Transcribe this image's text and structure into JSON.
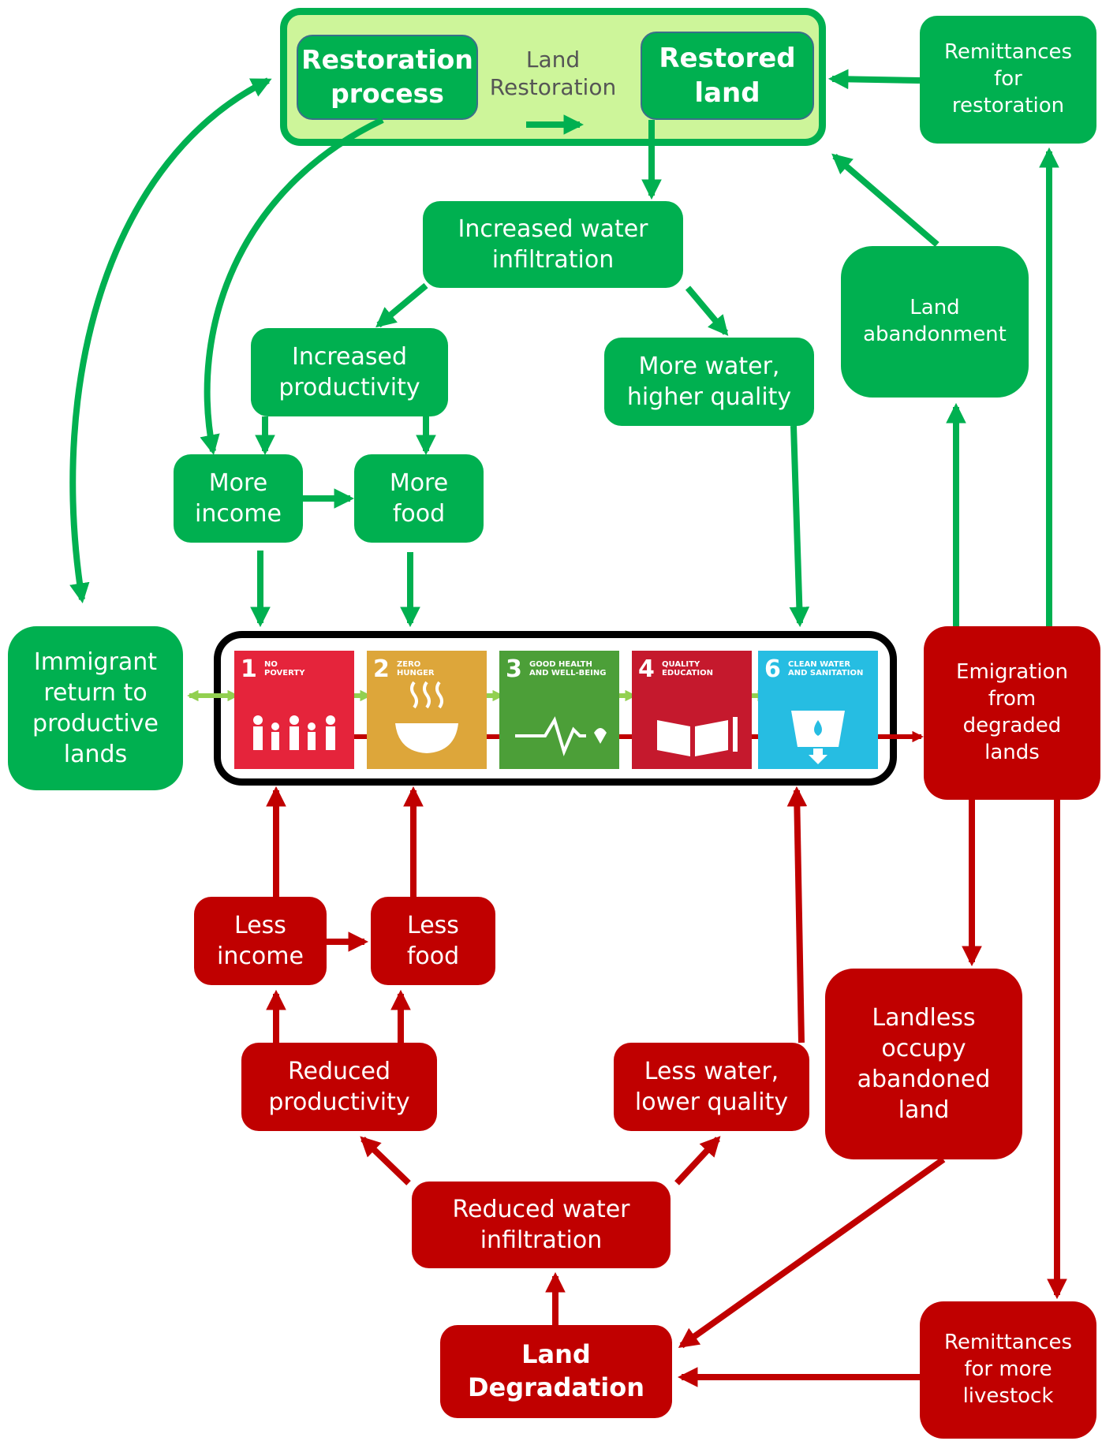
{
  "colors": {
    "green": "#00b050",
    "light_green_fill": "#cdf59a",
    "red": "#c00000",
    "link_green": "#92d050",
    "link_red": "#c00000"
  },
  "restoration": {
    "process": "Restoration\nprocess",
    "arrow_label": "Land\nRestoration",
    "restored": "Restored\nland"
  },
  "remittances_restoration": "Remittances\nfor\nrestoration",
  "increased_infiltration": "Increased  water\ninfiltration",
  "increased_productivity": "Increased\nproductivity",
  "more_water": "More water,\nhigher quality",
  "land_abandonment": "Land\nabandonment",
  "more_income": "More\nincome",
  "more_food": "More\nfood",
  "immigrant_return": "Immigrant\nreturn to\nproductive\nlands",
  "emigration": "Emigration\nfrom\ndegraded\nlands",
  "sdgs": [
    {
      "number": "1",
      "title": "NO\nPOVERTY",
      "color": "#e5243b",
      "icon": "family-icon"
    },
    {
      "number": "2",
      "title": "ZERO\nHUNGER",
      "color": "#dda63a",
      "icon": "bowl-icon"
    },
    {
      "number": "3",
      "title": "GOOD HEALTH\nAND WELL-BEING",
      "color": "#4c9f38",
      "icon": "heartbeat-icon"
    },
    {
      "number": "4",
      "title": "QUALITY\nEDUCATION",
      "color": "#c5192d",
      "icon": "book-icon"
    },
    {
      "number": "6",
      "title": "CLEAN WATER\nAND SANITATION",
      "color": "#26bde2",
      "icon": "water-glass-icon"
    }
  ],
  "less_income": "Less\nincome",
  "less_food": "Less\nfood",
  "reduced_productivity": "Reduced\nproductivity",
  "less_water": "Less water,\nlower quality",
  "landless": "Landless\noccupy\nabandoned\nland",
  "reduced_infiltration": "Reduced  water\ninfiltration",
  "land_degradation": "Land\nDegradation",
  "remittances_livestock": "Remittances\nfor more\nlivestock"
}
